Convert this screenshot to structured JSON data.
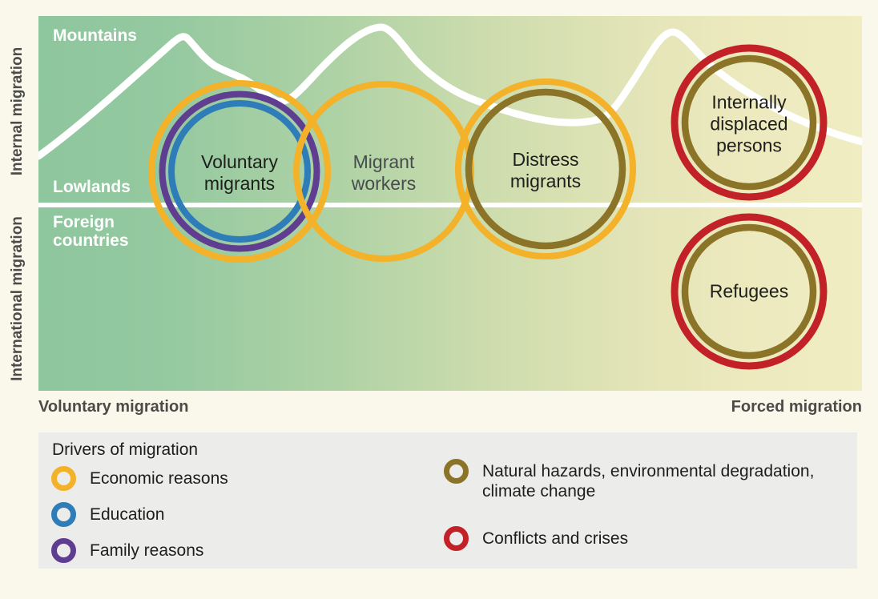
{
  "colors": {
    "economic": "#f3b229",
    "education": "#2e7cb8",
    "family": "#5f3d91",
    "natural": "#8b7327",
    "conflict": "#c22127",
    "page-bg": "#faf7eb",
    "legend-bg": "#ececea",
    "panel-green": "#8ec69d",
    "panel-yellow": "#f1edc3",
    "dark-text": "#1e1e1c",
    "axis-text": "#4b4b49"
  },
  "diagram": {
    "regions": {
      "mountains": "Mountains",
      "lowlands": "Lowlands",
      "foreign": "Foreign\ncountries"
    },
    "axes": {
      "left_top": "Internal migration",
      "left_bottom": "International migration",
      "bottom_left": "Voluntary migration",
      "bottom_right": "Forced migration"
    },
    "circles": [
      {
        "label": "Voluntary\nmigrants",
        "drivers": [
          "Economic reasons",
          "Family reasons",
          "Education"
        ]
      },
      {
        "label": "Migrant\nworkers",
        "drivers": [
          "Economic reasons"
        ]
      },
      {
        "label": "Distress\nmigrants",
        "drivers": [
          "Economic reasons",
          "Natural hazards, environmental degradation, climate change"
        ]
      },
      {
        "label": "Internally\ndisplaced\npersons",
        "drivers": [
          "Conflicts and crises",
          "Natural hazards, environmental degradation, climate change"
        ]
      },
      {
        "label": "Refugees",
        "drivers": [
          "Conflicts and crises",
          "Natural hazards, environmental degradation, climate change"
        ]
      }
    ]
  },
  "legend": {
    "title": "Drivers of migration",
    "items": [
      {
        "label": "Economic reasons",
        "color_key": "economic"
      },
      {
        "label": "Education",
        "color_key": "education"
      },
      {
        "label": "Family reasons",
        "color_key": "family"
      },
      {
        "label": "Natural hazards, environmental degradation,\nclimate change",
        "color_key": "natural"
      },
      {
        "label": "Conflicts and crises",
        "color_key": "conflict"
      }
    ]
  }
}
